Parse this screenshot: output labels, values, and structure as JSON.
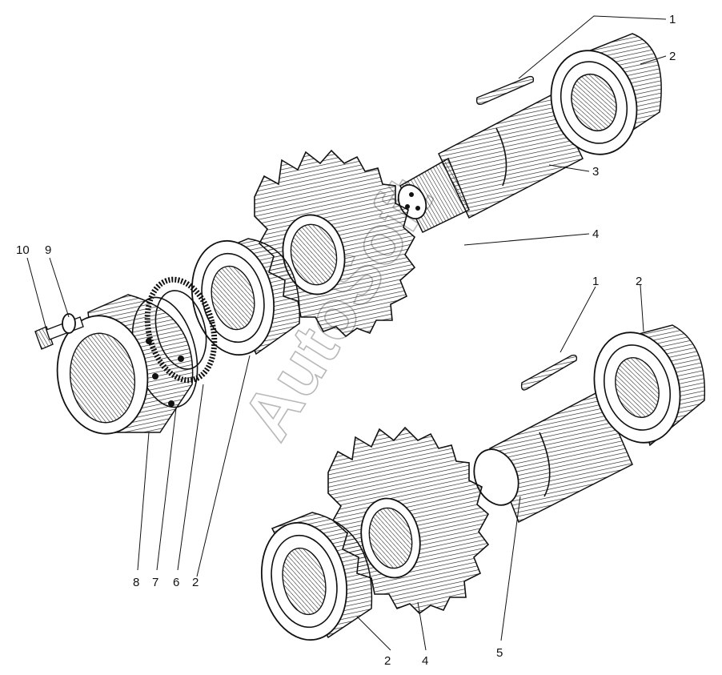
{
  "watermark": "AutoSoft",
  "callouts": {
    "top_key": "1",
    "top_bearing": "2",
    "top_shaft": "3",
    "top_gear": "4",
    "bot_key": "1",
    "bot_bearing_rear": "2",
    "bot_bearing_front": "2",
    "bot_gear": "4",
    "bot_shaft": "5",
    "cover_bearing": "2",
    "seal": "6",
    "gasket": "7",
    "cover": "8",
    "washer": "9",
    "bolt": "10"
  }
}
